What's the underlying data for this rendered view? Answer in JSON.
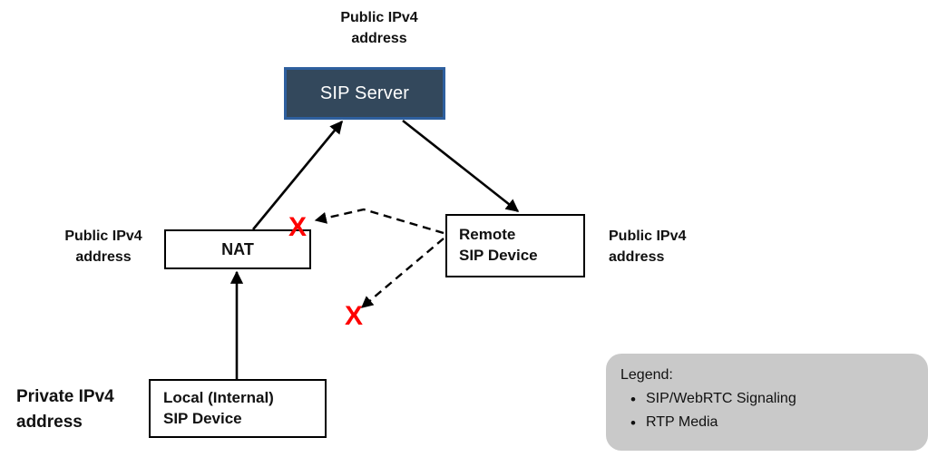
{
  "diagram": {
    "title_context": "SIP / WebRTC NAT traversal diagram",
    "nodes": [
      {
        "id": "sip-server",
        "label": "SIP Server",
        "fill": "#33485c",
        "border": "#2e5f9e",
        "text_color": "#ffffff"
      },
      {
        "id": "nat",
        "label": "NAT",
        "fill": "#ffffff",
        "border": "#000000",
        "text_color": "#111111"
      },
      {
        "id": "remote-device",
        "label": "Remote\nSIP Device",
        "fill": "#ffffff",
        "border": "#000000",
        "text_color": "#111111"
      },
      {
        "id": "local-device",
        "label": "Local (Internal)\nSIP Device",
        "fill": "#ffffff",
        "border": "#000000",
        "text_color": "#111111"
      }
    ],
    "annotations": [
      {
        "id": "server-ip",
        "text": "Public IPv4\naddress"
      },
      {
        "id": "nat-ip",
        "text": "Public IPv4\naddress"
      },
      {
        "id": "remote-ip",
        "text": "Public IPv4\naddress"
      },
      {
        "id": "local-ip",
        "text": "Private IPv4\naddress"
      }
    ],
    "blocked_markers": [
      {
        "id": "xmark-nat",
        "symbol": "X",
        "color": "#fe0000"
      },
      {
        "id": "xmark-media",
        "symbol": "X",
        "color": "#fe0000"
      }
    ],
    "connections": [
      {
        "id": "nat-to-server",
        "style": "solid",
        "kind": "SIP/WebRTC Signaling"
      },
      {
        "id": "server-to-remote",
        "style": "solid",
        "kind": "SIP/WebRTC Signaling"
      },
      {
        "id": "local-to-nat",
        "style": "solid",
        "kind": "SIP/WebRTC Signaling"
      },
      {
        "id": "remote-to-nat-media",
        "style": "dashed",
        "kind": "RTP Media"
      },
      {
        "id": "remote-to-blocked-media",
        "style": "dashed",
        "kind": "RTP Media"
      }
    ]
  },
  "legend": {
    "title": "Legend:",
    "background": "#c9c9c9",
    "items": [
      {
        "bullet": "•",
        "label": "SIP/WebRTC Signaling",
        "line_style": "solid"
      },
      {
        "bullet": "•",
        "label": "RTP Media",
        "line_style": "dashed"
      }
    ]
  }
}
